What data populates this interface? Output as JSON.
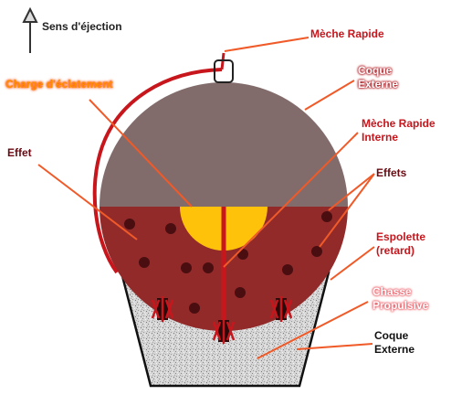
{
  "labels": {
    "direction": "Sens d'éjection",
    "fast_fuse": "Mèche Rapide",
    "outer_shell_top": "Coque Externe",
    "bursting_charge": "Charge d'éclatement",
    "internal_fast_fuse": "Mèche Rapide Interne",
    "effect_left": "Effet",
    "effects_right": "Effets",
    "delay_fuse": "Espolette (retard)",
    "lift_charge": "Chasse Propulsive",
    "outer_shell_bottom": "Coque Externe"
  },
  "colors": {
    "shell_upper": "#826b6b",
    "shell_lower": "#922a2a",
    "bursting_charge": "#ffc20a",
    "fuse": "#c8161d",
    "leader": "#f05a28"
  }
}
